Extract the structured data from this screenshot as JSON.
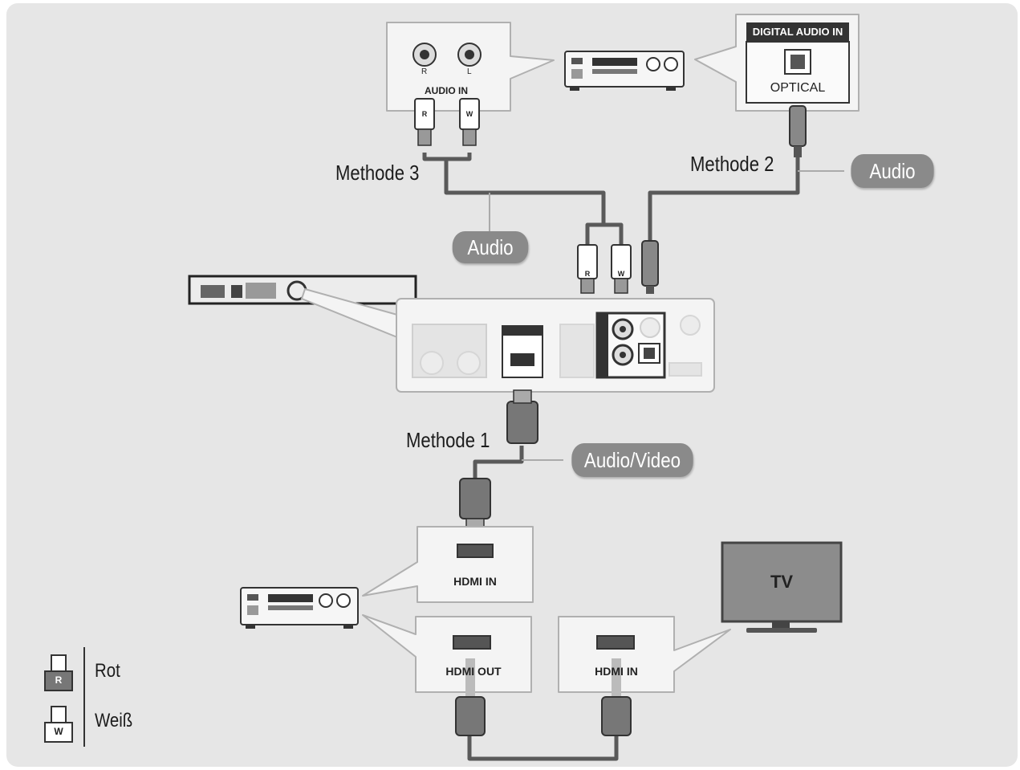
{
  "methods": {
    "m1": "Methode 1",
    "m2": "Methode 2",
    "m3": "Methode 3"
  },
  "tags": {
    "audio_left": "Audio",
    "audio_right": "Audio",
    "audio_video": "Audio/Video"
  },
  "ports": {
    "audio_in": "AUDIO IN",
    "digital_audio_in": "DIGITAL AUDIO IN",
    "optical": "OPTICAL",
    "hdmi_in_receiver": "HDMI IN",
    "hdmi_out_receiver": "HDMI OUT",
    "hdmi_in_tv": "HDMI IN",
    "jack_r": "R",
    "jack_l": "L"
  },
  "tv": {
    "label": "TV"
  },
  "legend": [
    {
      "code": "R",
      "label": "Rot"
    },
    {
      "code": "W",
      "label": "Weiß"
    }
  ],
  "colors": {
    "background": "#e6e6e6",
    "callout": "#f2f2f2",
    "cable": "#5a5a5a",
    "tag": "#8a8a8a",
    "tv_screen": "#8c8c8c"
  }
}
